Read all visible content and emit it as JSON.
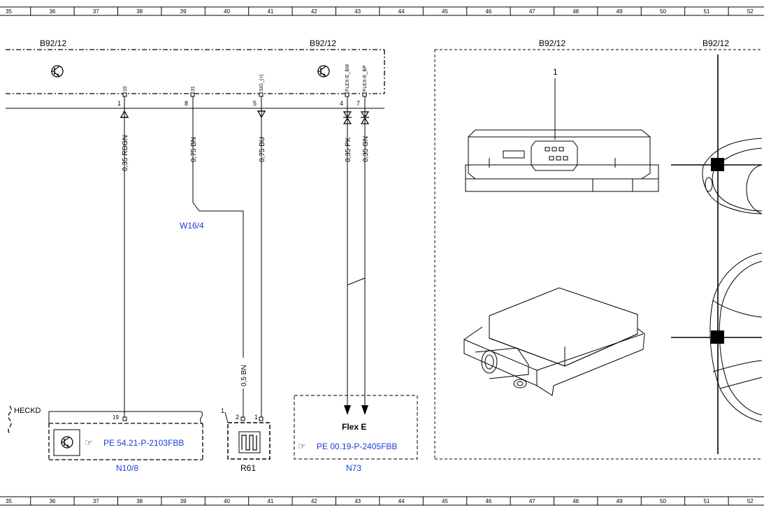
{
  "grid": [
    "35",
    "36",
    "37",
    "38",
    "39",
    "40",
    "41",
    "42",
    "43",
    "44",
    "45",
    "46",
    "47",
    "48",
    "49",
    "50",
    "51",
    "52"
  ],
  "components": {
    "b92_labels": [
      "B92/12",
      "B92/12",
      "B92/12",
      "B92/12"
    ],
    "n10_8": {
      "name": "N10/8",
      "connector": "HECKD",
      "ref": "PE 54.21-P-2103FBB",
      "pin": "19"
    },
    "r61": {
      "name": "R61",
      "pins": [
        "2",
        "1"
      ],
      "index": "1"
    },
    "n73": {
      "name": "N73",
      "title": "Flex E",
      "ref": "PE 00.19-P-2405FBB"
    },
    "w16_4": {
      "name": "W16/4"
    },
    "photo_callout": "1"
  },
  "pins": [
    {
      "label": "15",
      "num": "1"
    },
    {
      "label": "31",
      "num": "8"
    },
    {
      "label": "SIG_(+)",
      "num": "5"
    },
    {
      "label": "FLEX-E_BM",
      "num": "4"
    },
    {
      "label": "FLEX-E_BP",
      "num": "7"
    }
  ],
  "wires": [
    "0,35 RDGN",
    "0,75 BN",
    "0,75 BU",
    "0,35 PK",
    "0,35 GN",
    "0,5 BN"
  ],
  "colors": {
    "link": "#1a3fd6",
    "line": "#000000"
  }
}
